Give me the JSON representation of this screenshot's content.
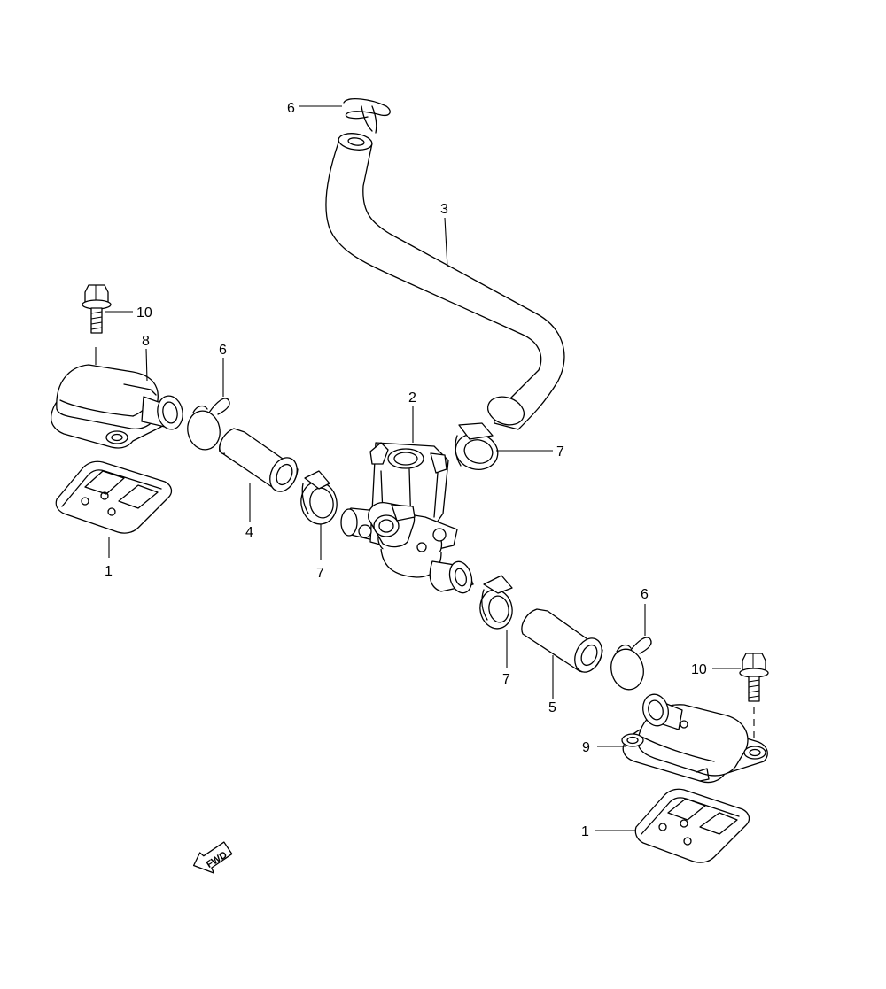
{
  "parts": [
    {
      "id": "p1a",
      "number": "1"
    },
    {
      "id": "p1b",
      "number": "1"
    },
    {
      "id": "p2",
      "number": "2"
    },
    {
      "id": "p3",
      "number": "3"
    },
    {
      "id": "p4",
      "number": "4"
    },
    {
      "id": "p5",
      "number": "5"
    },
    {
      "id": "p6a",
      "number": "6"
    },
    {
      "id": "p6b",
      "number": "6"
    },
    {
      "id": "p6c",
      "number": "6"
    },
    {
      "id": "p7a",
      "number": "7"
    },
    {
      "id": "p7b",
      "number": "7"
    },
    {
      "id": "p7c",
      "number": "7"
    },
    {
      "id": "p8",
      "number": "8"
    },
    {
      "id": "p9",
      "number": "9"
    },
    {
      "id": "p10a",
      "number": "10"
    },
    {
      "id": "p10b",
      "number": "10"
    }
  ],
  "fwd_label": "FWD",
  "colors": {
    "line": "#000000",
    "fill": "#ffffff",
    "background": "#ffffff"
  }
}
